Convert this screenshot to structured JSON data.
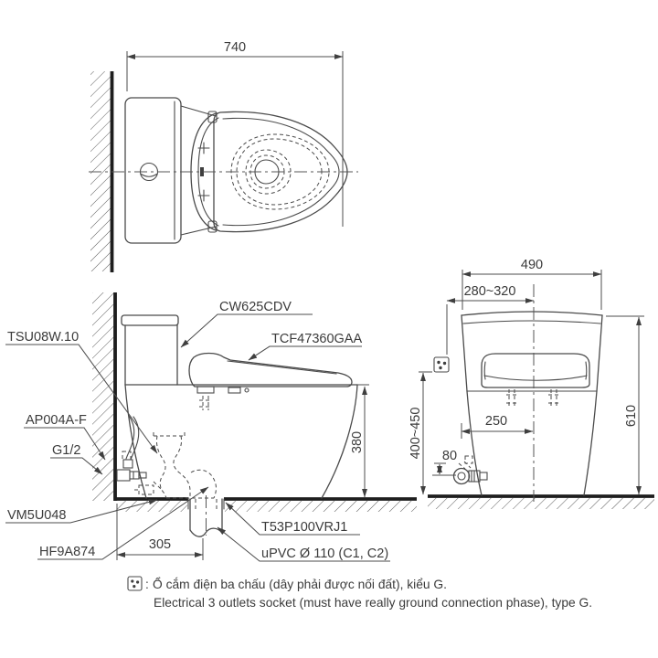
{
  "drawing": {
    "top_view": {
      "dims": {
        "overall_depth": "740"
      }
    },
    "side_view": {
      "part_labels": {
        "toilet_bowl": "CW625CDV",
        "washlet_seat": "TCF47360GAA",
        "fill_valve": "TSU08W.10",
        "supply_hose": "AP004A-F",
        "thread_size": "G1/2",
        "connector": "VM5U048",
        "seal": "HF9A874",
        "drain_socket": "T53P100VRJ1",
        "drain_pipe": "uPVC Ø 110 (C1, C2)"
      },
      "dims": {
        "rim_height": "380",
        "drain_set_out": "305"
      }
    },
    "front_view": {
      "dims": {
        "overall_width": "490",
        "socket_offset_range": "280~320",
        "overall_height": "610",
        "socket_height_range": "400~450",
        "valve_offset": "250",
        "valve_drop": "80"
      }
    },
    "note": {
      "colon": ":",
      "vi": "Ổ cắm điện ba chấu (dây phải được nối đất), kiểu G.",
      "en": "Electrical 3 outlets socket (must have really ground connection phase), type G."
    }
  }
}
